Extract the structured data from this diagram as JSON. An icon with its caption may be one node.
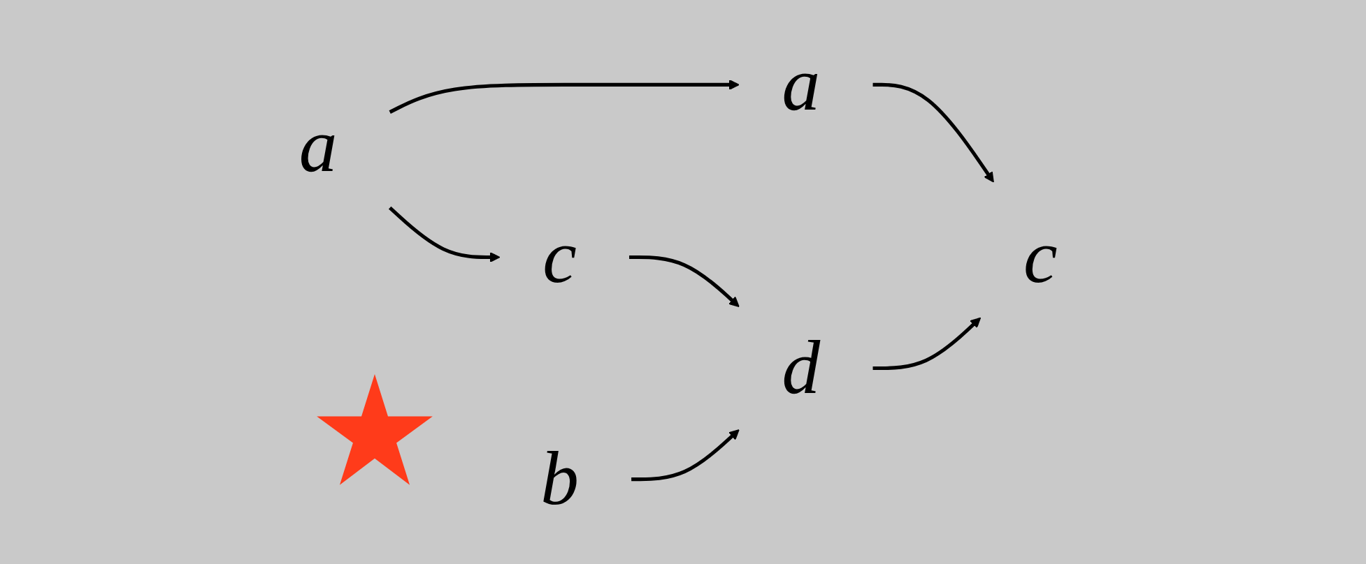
{
  "diagram": {
    "nodes": [
      {
        "text": [
          "a"
        ]
      },
      {
        "text": [
          "a"
        ]
      },
      {
        "text": [
          "b"
        ]
      },
      {
        "text": [
          "c"
        ]
      },
      {
        "text": [
          "d"
        ]
      },
      {
        "text": [
          "c"
        ]
      }
    ],
    "edges": [
      {
        "from": 0,
        "to": 1,
        "arrow": "to"
      },
      {
        "from": 0,
        "to": 3,
        "arrow": "to"
      },
      {
        "from": 1,
        "to": 5,
        "arrow": "to"
      },
      {
        "from": 3,
        "to": 4,
        "arrow": "to"
      },
      {
        "from": 4,
        "to": 5,
        "arrow": "to"
      },
      {
        "from": 2,
        "to": 4,
        "arrow": "to"
      }
    ]
  }
}
